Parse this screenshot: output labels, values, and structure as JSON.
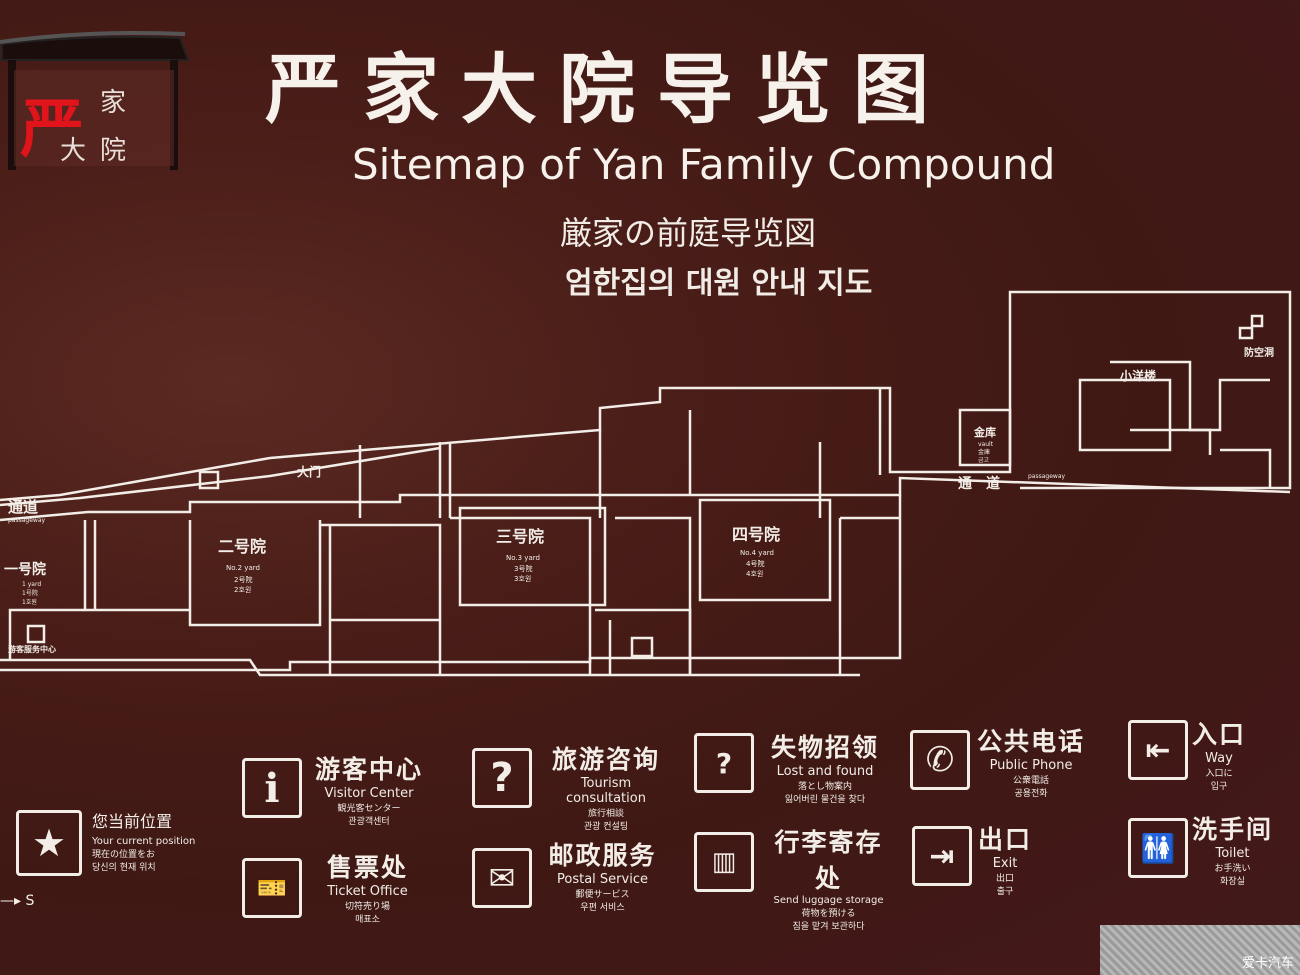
{
  "title_cn": "严家大院导览图",
  "title_en": "Sitemap of Yan Family Compound",
  "title_jp": "厳家の前庭导览図",
  "title_kr": "엄한집의 대원 안내 지도",
  "logo": {
    "big": "严",
    "small_1": "家",
    "small_2": "大",
    "small_3": "院"
  },
  "map": {
    "passage_left": "通道",
    "passage_left_en": "passageway",
    "yard1": "一号院",
    "yard1_en": "1 yard",
    "yard1_jp": "1号院",
    "yard1_kr": "1호원",
    "visitor_center_small": "游客服务中心",
    "yard2": "二号院",
    "yard2_en": "No.2 yard",
    "yard2_jp": "2号院",
    "yard2_kr": "2호원",
    "gate": "大门",
    "yard3": "三号院",
    "yard3_en": "No.3 yard",
    "yard3_jp": "3号院",
    "yard3_kr": "3호원",
    "yard4": "四号院",
    "yard4_en": "No.4 yard",
    "yard4_jp": "4号院",
    "yard4_kr": "4호원",
    "vault": "金库",
    "vault_en": "vault",
    "vault_jp": "金庫",
    "vault_kr": "금고",
    "passage_right": "通　道",
    "passage_right_en": "passageway",
    "small_building": "小洋楼",
    "shelter": "防空洞"
  },
  "legend": {
    "here_cn": "您当前位置",
    "here_en": "Your current position",
    "here_jp": "現在の位置をお",
    "here_kr": "당신의 현재 위치",
    "visitor_cn": "游客中心",
    "visitor_en": "Visitor Center",
    "visitor_jp": "観光客センター",
    "visitor_kr": "관광객센터",
    "ticket_cn": "售票处",
    "ticket_en": "Ticket Office",
    "ticket_jp": "切符売り場",
    "ticket_kr": "매표소",
    "consult_cn": "旅游咨询",
    "consult_en": "Tourism consultation",
    "consult_jp": "旅行相談",
    "consult_kr": "관광 컨설팅",
    "postal_cn": "邮政服务",
    "postal_en": "Postal Service",
    "postal_jp": "郵便サービス",
    "postal_kr": "우편 서비스",
    "lost_cn": "失物招领",
    "lost_en": "Lost and found",
    "lost_jp": "落とし物案内",
    "lost_kr": "잃어버린 물건을 찾다",
    "luggage_cn": "行李寄存处",
    "luggage_en": "Send luggage storage",
    "luggage_jp": "荷物を預ける",
    "luggage_kr": "짐을 맡겨 보관하다",
    "phone_cn": "公共电话",
    "phone_en": "Public Phone",
    "phone_jp": "公衆電話",
    "phone_kr": "공용전화",
    "exit_cn": "出口",
    "exit_en": "Exit",
    "exit_jp": "出口",
    "exit_kr": "출구",
    "way_cn": "入口",
    "way_en": "Way",
    "way_jp": "入口に",
    "way_kr": "입구",
    "toilet_cn": "洗手间",
    "toilet_en": "Toilet",
    "toilet_jp": "お手洗い",
    "toilet_kr": "화장실",
    "compass": "S"
  },
  "watermark": "爱卡汽车",
  "colors": {
    "board": "#43191a",
    "line": "#f2ede7"
  }
}
